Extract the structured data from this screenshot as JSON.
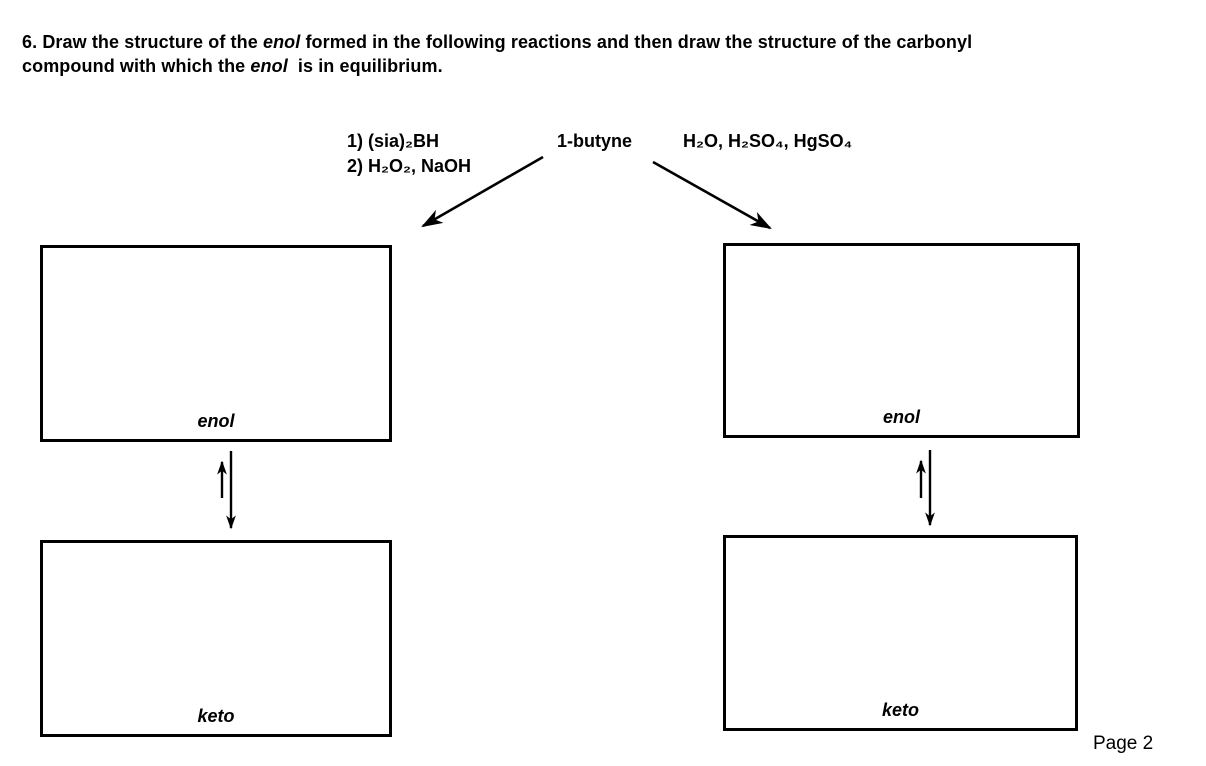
{
  "question": {
    "line1": [
      "6. Draw the structure of the ",
      "enol",
      " formed in the following reactions and then draw the structure of the carbonyl"
    ],
    "line2": [
      "compound with which the ",
      "enol",
      " is in equilibrium."
    ]
  },
  "scheme": {
    "substrate_label": "1-butyne",
    "left_branch": {
      "reagent_line1": "1) (sia)₂BH",
      "reagent_line2": "2) H₂O₂, NaOH",
      "enol_label": "enol",
      "keto_label": "keto"
    },
    "right_branch": {
      "reagents": "H₂O, H₂SO₄, HgSO₄",
      "enol_label": "enol",
      "keto_label": "keto"
    }
  },
  "footer": {
    "page_label": "Page 2"
  },
  "colors": {
    "ink": "#000000",
    "background": "#ffffff"
  }
}
